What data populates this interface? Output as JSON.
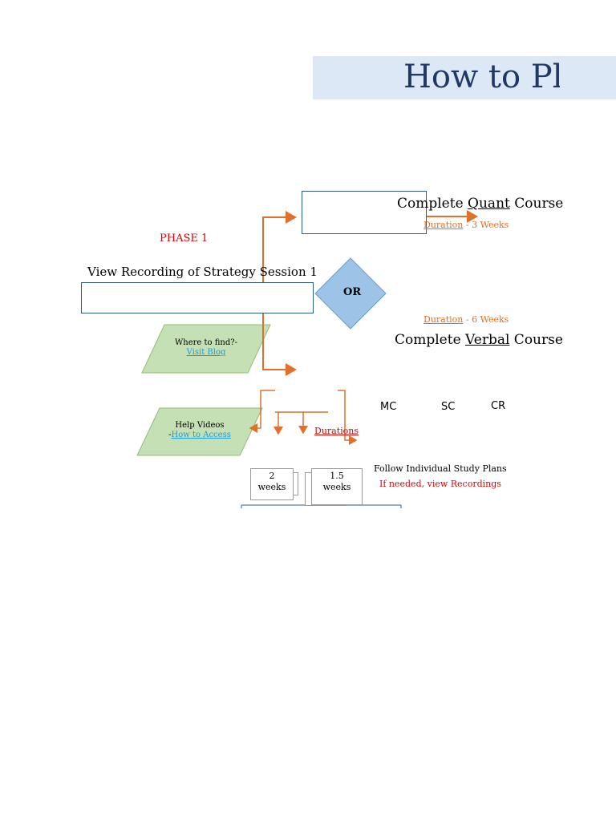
{
  "title": "How to Pla",
  "phase_label": "PHASE 1",
  "strategy_label": "View Recording of Strategy Session 1",
  "or_label": "OR",
  "quant": {
    "prefix": "Complete ",
    "subject": "Quant",
    "suffix": " Course",
    "duration_word": "Duration",
    "duration_rest": " - 3 Weeks"
  },
  "verbal": {
    "prefix": "Complete ",
    "subject": "Verbal",
    "suffix": " Course",
    "duration_word": "Duration",
    "duration_rest": " - 6 Weeks"
  },
  "where_to_find": {
    "line1": "Where to find?-",
    "link": "Visit Blog"
  },
  "help_videos": {
    "line1": "Help Videos",
    "dash": "-",
    "link": "How to Access"
  },
  "verbal_sections": [
    "MC",
    "SC",
    "CR"
  ],
  "durations_label": "Durations",
  "cards": [
    {
      "value": "2",
      "unit": "weeks"
    },
    {
      "value": "1.5",
      "unit": "weeks"
    }
  ],
  "study_plans": "Follow Individual Study Plans",
  "recordings_note": "If needed, view Recordings",
  "colors": {
    "title_band": "#dce8f5",
    "title_text": "#1f3864",
    "box_border": "#2e5c8a",
    "arrow": "#e0702a",
    "diamond_fill": "#9dc3e6",
    "parallelogram_fill": "#c5e0b4",
    "phase_red": "#e00000"
  }
}
